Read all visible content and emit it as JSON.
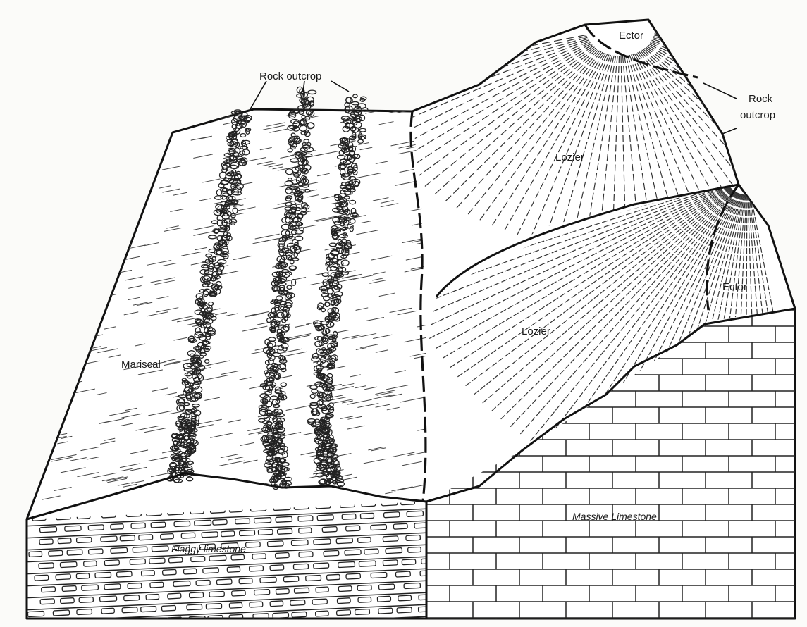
{
  "labels": {
    "rock_outcrop_top": "Rock outcrop",
    "ector_top": "Ector",
    "rock_outcrop_right_line1": "Rock",
    "rock_outcrop_right_line2": "outcrop",
    "lozier_upper": "Lozier",
    "ector_right": "Ector",
    "lozier_lower": "Lozier",
    "mariscal": "Mariscal",
    "flaggy_limestone": "Flaggy limestone",
    "massive_limestone": "Massive Limestone"
  }
}
